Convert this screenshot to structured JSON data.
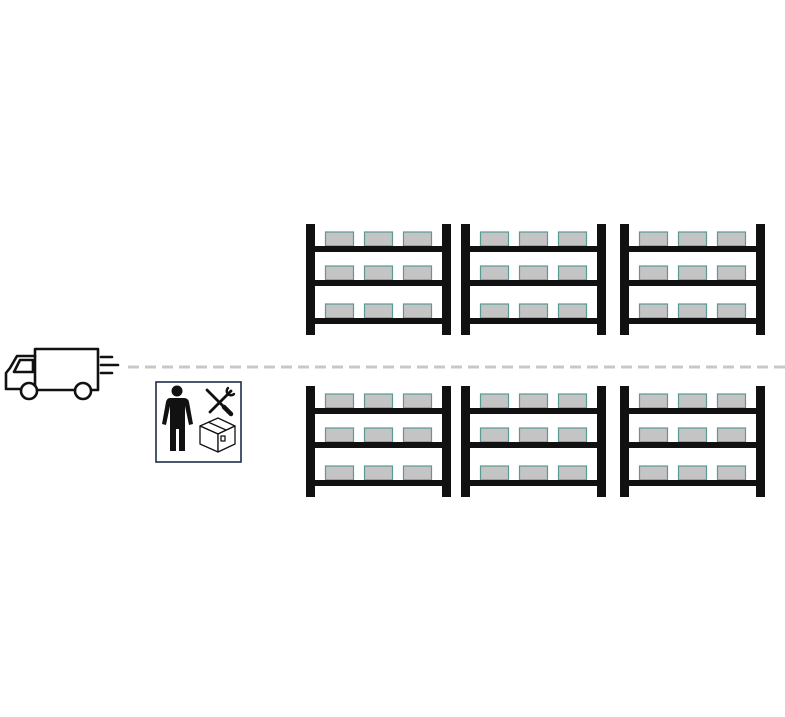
{
  "diagram": {
    "icons": {
      "truck": "delivery-truck-icon",
      "worker": "person-icon",
      "tools": "wrench-screwdriver-icon",
      "box": "cardboard-box-icon"
    },
    "colors": {
      "rack_frame": "#111111",
      "box_fill": "#c4c4c4",
      "box_edge": "#5a9a94",
      "aisle_line": "#c8c8c8",
      "panel_border": "#1c2e4a",
      "truck_stroke": "#111111"
    },
    "rack_rows": 2,
    "racks_per_row": 3,
    "shelves_per_rack": 3,
    "boxes_per_shelf": 3
  }
}
